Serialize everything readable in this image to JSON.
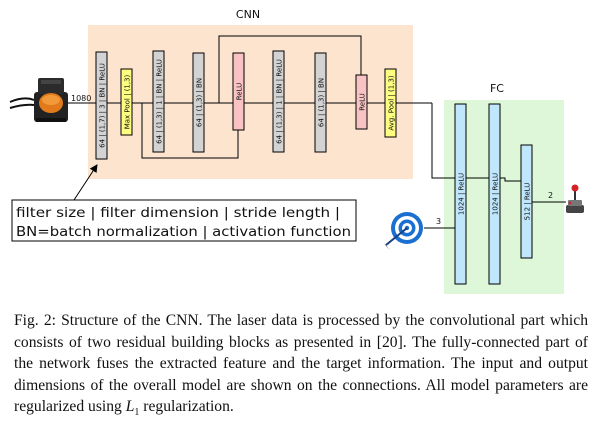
{
  "cnn": {
    "title": "CNN",
    "input_dim": "1080",
    "layers": [
      "64 | (1,7) | 3 | BN | ReLU",
      "Max Pool | (1,3)",
      "64 | (1,3) | 1 | BN | ReLU",
      "64 | (1,3) | BN",
      "ReLU",
      "64 | (1,3) | 1 | BN | ReLU",
      "64 | (1,3) | BN",
      "ReLU",
      "Avg. Pool | (1,3)"
    ]
  },
  "fc": {
    "title": "FC",
    "layers": [
      "1024 | ReLU",
      "1024 | ReLU",
      "512 | ReLU"
    ],
    "target_dim": "3",
    "output_dim": "2"
  },
  "legend": {
    "line1": "filter size | filter dimension | stride length |",
    "line2": "BN=batch normalization | activation function"
  },
  "caption": {
    "part1": "Fig. 2: Structure of the CNN. The laser data is processed by the convolutional part which consists of two residual building blocks as presented in [20]. The fully-connected part of the network fuses the extracted feature and the target information. The input and output dimensions of the overall model are shown on the connections. All model parameters are regularized using ",
    "l_symbol": "L",
    "l_subscript": "1",
    "part2": " regularization."
  },
  "colors": {
    "cnn_bg": "#fce4cf",
    "fc_bg": "#ddf7d8",
    "conv_fill": "#d3d3d3",
    "pool_fill": "#fdfd80",
    "relu_fill": "#f9c3c3",
    "fc_fill": "#bfe6fb"
  },
  "icons": [
    "lidar-sensor-icon",
    "target-icon",
    "joystick-icon"
  ]
}
